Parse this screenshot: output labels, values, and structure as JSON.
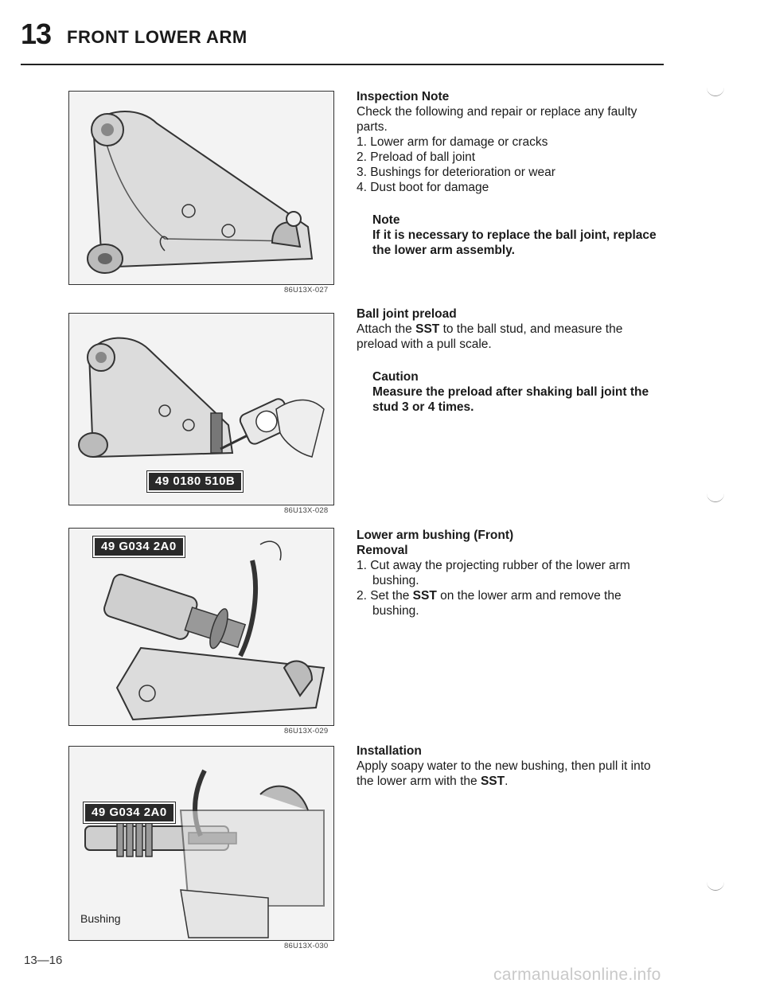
{
  "header": {
    "chapter_number": "13",
    "chapter_title": "FRONT LOWER ARM"
  },
  "figures": [
    {
      "code": "86U13X-027"
    },
    {
      "code": "86U13X-028",
      "tag": "49 0180 510B"
    },
    {
      "code": "86U13X-029",
      "tag": "49 G034 2A0"
    },
    {
      "code": "86U13X-030",
      "tag": "49 G034 2A0",
      "label": "Bushing"
    }
  ],
  "inspection": {
    "heading": "Inspection Note",
    "intro": "Check the following and repair or replace any faulty parts.",
    "items": [
      "1. Lower arm for damage or cracks",
      "2. Preload of ball joint",
      "3. Bushings for deterioration or wear",
      "4. Dust boot for damage"
    ],
    "note_heading": "Note",
    "note_text": "If it is necessary to replace the ball joint, replace the lower arm assembly."
  },
  "preload": {
    "heading": "Ball joint preload",
    "text_before": "Attach the ",
    "sst": "SST",
    "text_after": " to the ball stud, and measure the preload with a pull scale.",
    "caution_heading": "Caution",
    "caution_text": "Measure the preload after shaking ball joint the stud 3 or 4 times."
  },
  "bushing": {
    "heading": "Lower arm bushing (Front)",
    "subheading": "Removal",
    "item1": "1. Cut away the projecting rubber of the lower arm bushing.",
    "item2_before": "2. Set the ",
    "item2_sst": "SST",
    "item2_after": " on the lower arm and remove the bushing."
  },
  "installation": {
    "heading": "Installation",
    "text_before": "Apply soapy water to the new bushing, then pull it into the lower arm with the ",
    "sst": "SST",
    "text_after": "."
  },
  "footer": {
    "page_number": "13—16",
    "watermark": "carmanualsonline.info"
  }
}
